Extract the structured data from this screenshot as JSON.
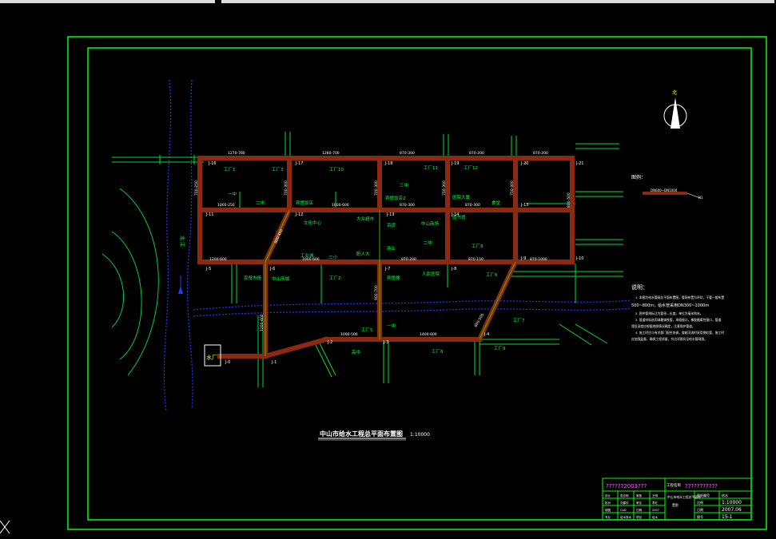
{
  "title_text": "中山市给水工程总平面布置图",
  "title_scale": "1:10000",
  "north_label": "北",
  "river_label": "北    江",
  "plant_label": "水厂",
  "legend_title": "图例：",
  "legend_pipe_text": "DN600~DN1000",
  "legend_pipe_tag": "N1",
  "notes_title": "说明：",
  "notes": [
    "1. 本图为给水管网总平面布置图，管网布置为环状，干管一般布置",
    "500~800m，给水管采用DN300~1000m",
    "2. 图中管线标注为管径—长度，单位为毫米和米。",
    "3. 管道材料选用球墨铸铁管，承插接口，橡胶圈柔性接口，管道",
    "埋设深度应根据地质情况确定，注意保护管道。",
    "4. 施工时应与有关部门配合协调，穿越河流时采用倒虹管，施工时",
    "应加强监督，确保工程质量，节点详图另见给水管网图。"
  ],
  "titleblock": {
    "school": "??????2003???",
    "project_label": "工程名称",
    "project": "???????????",
    "drawing_name": "中山市给水工程总平面布",
    "drawing_name2": "置图",
    "roles": [
      [
        "设计",
        "张志明",
        "审核",
        "王明"
      ],
      [
        "校对",
        "刘建华",
        "审定",
        "李红"
      ],
      [
        "制图",
        "CAD",
        "日期",
        "2007"
      ],
      [
        "专业",
        "给水排水",
        "项目",
        "给水"
      ]
    ],
    "right": [
      [
        "图纸编号",
        "给水"
      ],
      [
        "比例",
        "1:10000"
      ],
      [
        "日期",
        "2007.06"
      ],
      [
        "图号",
        "15-1"
      ]
    ]
  },
  "nodes": [
    {
      "id": "J-16",
      "text": "J-16"
    },
    {
      "id": "J-17",
      "text": "J-17"
    },
    {
      "id": "J-18",
      "text": "J-18"
    },
    {
      "id": "J-19",
      "text": "J-19"
    },
    {
      "id": "J-20",
      "text": "J-20"
    },
    {
      "id": "J-21",
      "text": "J-21"
    },
    {
      "id": "J-11",
      "text": "J-11"
    },
    {
      "id": "J-12",
      "text": "J-12"
    },
    {
      "id": "J-13",
      "text": "J-13"
    },
    {
      "id": "J-14",
      "text": "J-14"
    },
    {
      "id": "J-15",
      "text": "J-15"
    },
    {
      "id": "J-5",
      "text": "J-5"
    },
    {
      "id": "J-6",
      "text": "J-6"
    },
    {
      "id": "J-7",
      "text": "J-7"
    },
    {
      "id": "J-8",
      "text": "J-8"
    },
    {
      "id": "J-9",
      "text": "J-9"
    },
    {
      "id": "J-10",
      "text": "J-10"
    },
    {
      "id": "J-1",
      "text": "J-1"
    },
    {
      "id": "J-2",
      "text": "J-2"
    },
    {
      "id": "J-3",
      "text": "J-3"
    },
    {
      "id": "J-4",
      "text": "J-4"
    },
    {
      "id": "J-0",
      "text": "J-0"
    }
  ],
  "pipe_labels": [
    "1270-780",
    "1280-700",
    "870-300",
    "870-200",
    "870-200",
    "1000-250",
    "1000-600",
    "870-300",
    "870-300",
    "1200-600",
    "1000-600",
    "870-200",
    "870-150",
    "870-1000",
    "700-250",
    "700-300",
    "700-300",
    "750-300",
    "750-300",
    "800-500",
    "800-450",
    "900-700",
    "1200-600",
    "1000-500",
    "800-500",
    "1400-600"
  ],
  "areas": [
    "工厂1",
    "工厂3",
    "工厂10",
    "工厂11",
    "工厂12",
    "一中",
    "二中",
    "三中",
    "宾馆饭店",
    "宾馆饭店2",
    "医院大厦",
    "食堂",
    "大众超市",
    "百货",
    "中山商场",
    "图书馆",
    "文化中心",
    "工厂8",
    "二小",
    "商业",
    "职人大",
    "工业城",
    "工厂2",
    "宾馆楼",
    "人民医院",
    "工厂5",
    "工厂6",
    "工厂7",
    "工厂9",
    "工厂8",
    "高中",
    "农贸市场",
    "中山商城",
    "一中",
    "二中"
  ]
}
